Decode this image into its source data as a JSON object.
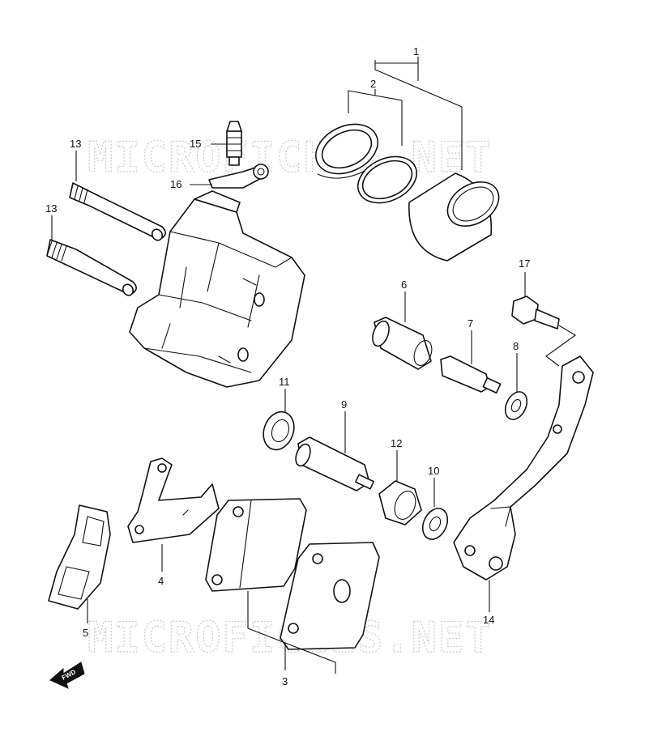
{
  "watermark": "MICROFICHES.NET",
  "fwd_label": "FWD",
  "callouts": [
    {
      "id": "1",
      "text": "1"
    },
    {
      "id": "2",
      "text": "2"
    },
    {
      "id": "3",
      "text": "3"
    },
    {
      "id": "4",
      "text": "4"
    },
    {
      "id": "5",
      "text": "5"
    },
    {
      "id": "6",
      "text": "6"
    },
    {
      "id": "7",
      "text": "7"
    },
    {
      "id": "8",
      "text": "8"
    },
    {
      "id": "9",
      "text": "9"
    },
    {
      "id": "10",
      "text": "10"
    },
    {
      "id": "11",
      "text": "11"
    },
    {
      "id": "12",
      "text": "12"
    },
    {
      "id": "13a",
      "text": "13"
    },
    {
      "id": "13b",
      "text": "13"
    },
    {
      "id": "14",
      "text": "14"
    },
    {
      "id": "15",
      "text": "15"
    },
    {
      "id": "16",
      "text": "16"
    },
    {
      "id": "17",
      "text": "17"
    }
  ],
  "colors": {
    "line": "#111111",
    "watermark": "#c9c9c9",
    "background": "#ffffff"
  }
}
